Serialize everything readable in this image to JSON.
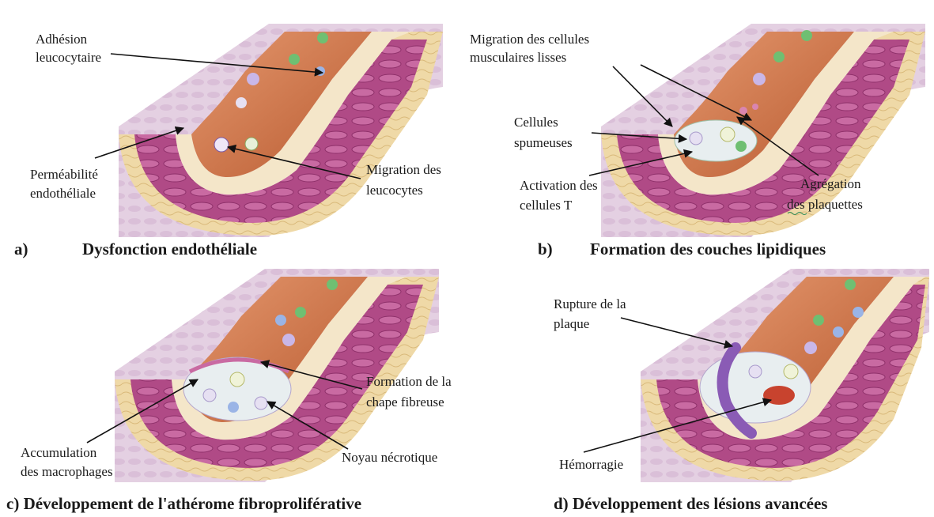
{
  "panels": [
    {
      "id": "a",
      "letter": "a)",
      "caption": "Dysfonction endothéliale",
      "labels": [
        {
          "key": "adhesion",
          "lines": [
            "Adhésion",
            "leucocytaire"
          ]
        },
        {
          "key": "permeabilite",
          "lines": [
            "Perméabilité",
            "endothéliale"
          ]
        },
        {
          "key": "migration",
          "lines": [
            "Migration   des",
            "leucocytes"
          ]
        }
      ]
    },
    {
      "id": "b",
      "letter": "b)",
      "caption": "Formation des couches lipidiques",
      "labels": [
        {
          "key": "muscle",
          "lines": [
            "Migration des cellules",
            "musculaires lisses"
          ]
        },
        {
          "key": "spumeuses",
          "lines": [
            "Cellules",
            "spumeuses"
          ]
        },
        {
          "key": "activation",
          "lines": [
            "Activation des",
            "cellules T"
          ]
        },
        {
          "key": "agregation",
          "lines": [
            "Agrégation",
            "des plaquettes"
          ]
        }
      ]
    },
    {
      "id": "c",
      "caption": "c) Développement de l'athérome fibroproliférative",
      "labels": [
        {
          "key": "chape",
          "lines": [
            "Formation de la",
            "chape fibreuse"
          ]
        },
        {
          "key": "accumulation",
          "lines": [
            "Accumulation",
            "des macrophages"
          ]
        },
        {
          "key": "noyau",
          "lines": [
            "Noyau nécrotique"
          ]
        }
      ]
    },
    {
      "id": "d",
      "caption": "d) Développement des lésions avancées",
      "labels": [
        {
          "key": "rupture",
          "lines": [
            "Rupture de la",
            "plaque"
          ]
        },
        {
          "key": "hemorragie",
          "lines": [
            "Hémorragie"
          ]
        }
      ]
    }
  ],
  "colors": {
    "lumen": "#d9835a",
    "lumen_dark": "#b8552c",
    "muscle": "#b04a86",
    "adventitia": "#efd9a7",
    "intima": "#f4e6c9",
    "cell_green": "#6fbf72",
    "cell_blue": "#9ab4e6",
    "plaque": "#e8eef0",
    "rupture": "#8a5bb5",
    "hemorrhage": "#c8432e"
  }
}
